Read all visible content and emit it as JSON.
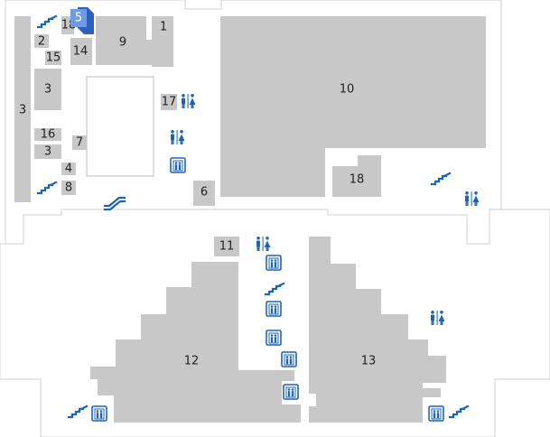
{
  "colors": {
    "background": "#ffffff",
    "store": "#c8c8c8",
    "wall": "#d0d0d0",
    "label": "#222222",
    "icon": "#1e64b4",
    "highlight_top": "#6f9be6",
    "highlight_side": "#2f5fbf"
  },
  "stores": {
    "s1": "1",
    "s2": "2",
    "s3a": "3",
    "s3b": "3",
    "s3c": "3",
    "s4": "4",
    "s5": "5",
    "s6": "6",
    "s7": "7",
    "s8": "8",
    "s9": "9",
    "s10": "10",
    "s11": "11",
    "s12": "12",
    "s13": "13",
    "s14": "14",
    "s15": "15",
    "s16": "16",
    "s17": "17",
    "s18a": "18",
    "s18b": "18"
  },
  "highlighted_store": "5",
  "icons": {
    "stairs": "stairs-icon",
    "escalator": "escalator-icon",
    "elevator": "elevator-icon",
    "restroom": "restroom-icon"
  }
}
